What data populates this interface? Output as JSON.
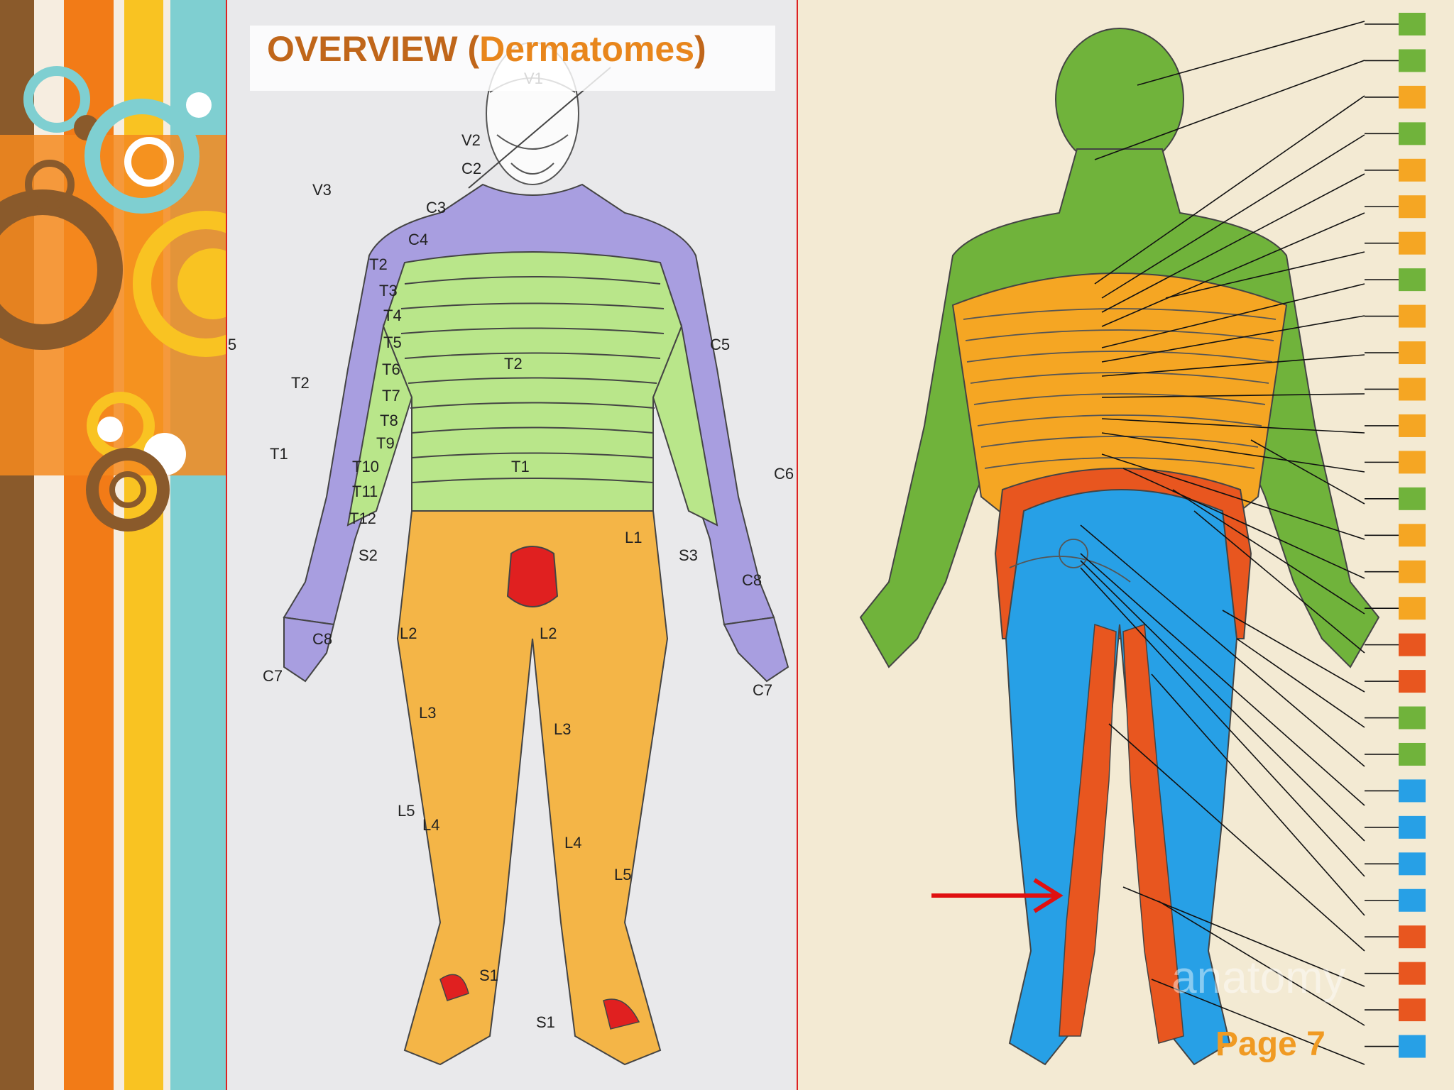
{
  "title": {
    "main": "OVERVIEW (",
    "sub": "Dermatomes",
    "close": ")"
  },
  "page": "Page 7",
  "watermark": "anatomy",
  "front_labels": {
    "v1": "V1",
    "v2": "V2",
    "v3": "V3",
    "c2": "C2",
    "c3": "C3",
    "c4": "C4",
    "t2": "T2",
    "t3": "T3",
    "t4": "T4",
    "t5": "T5",
    "t6": "T6",
    "t7": "T7",
    "t8": "T8",
    "t9": "T9",
    "t10": "T10",
    "t11": "T11",
    "t12": "T12",
    "c5l": "C5",
    "c5r": "C5",
    "t2l": "T2",
    "t2r": "T2",
    "c6l": "C6",
    "c6r": "C6",
    "t1l": "T1",
    "t1r": "T1",
    "l1": "L1",
    "s2": "S2",
    "s3": "S3",
    "c8l": "C8",
    "c8r": "C8",
    "c7l": "C7",
    "c7r": "C7",
    "l2l": "L2",
    "l2r": "L2",
    "l3l": "L3",
    "l3r": "L3",
    "l4l": "L4",
    "l4r": "L4",
    "l5l": "L5",
    "l5r": "L5",
    "s1l": "S1",
    "s1r": "S1"
  },
  "colors": {
    "green": "#70b33b",
    "orange": "#f5a623",
    "red": "#e8561f",
    "blue": "#27a0e6",
    "purple": "#a89ee0",
    "frontGreen": "#b9e68a",
    "frontOrange": "#f4b547",
    "frontRed": "#e02020"
  },
  "legend_swatches": [
    "green",
    "green",
    "orange",
    "green",
    "orange",
    "orange",
    "orange",
    "green",
    "orange",
    "orange",
    "orange",
    "orange",
    "orange",
    "green",
    "orange",
    "orange",
    "orange",
    "red",
    "red",
    "green",
    "green",
    "blue",
    "blue",
    "blue",
    "blue",
    "red",
    "red",
    "red",
    "blue"
  ]
}
